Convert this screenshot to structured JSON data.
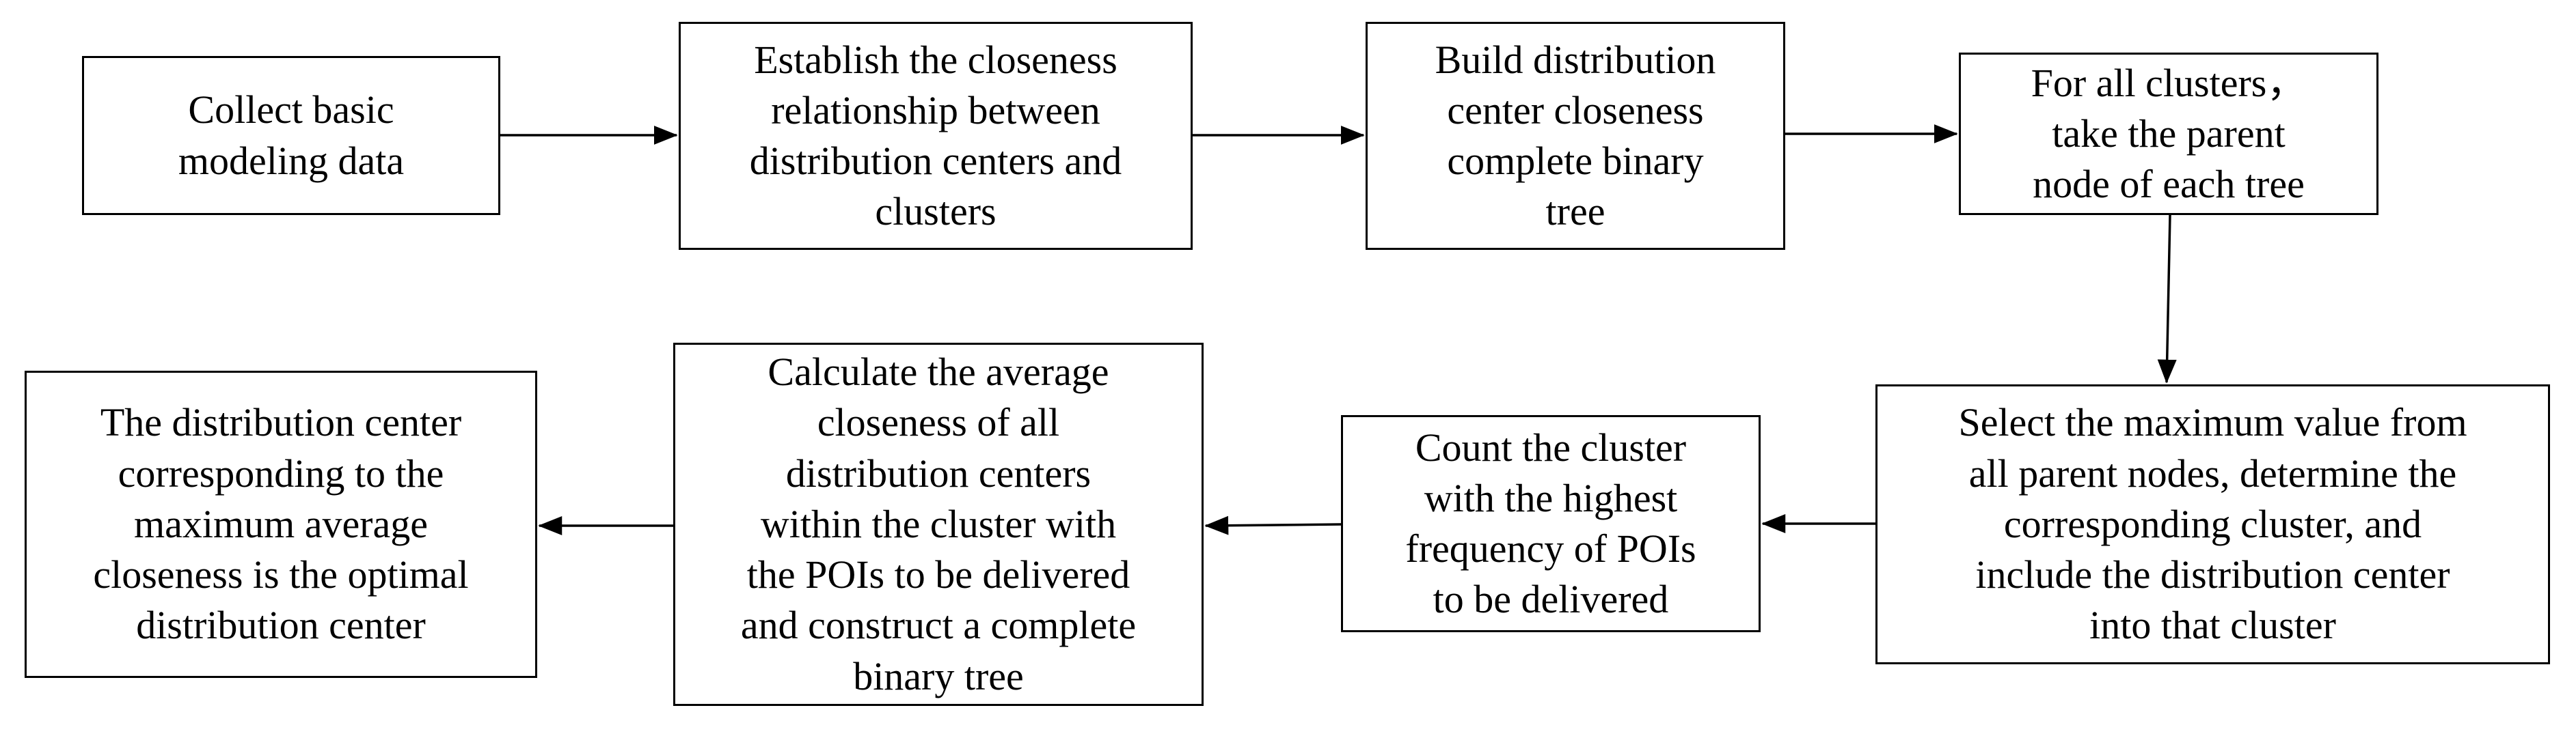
{
  "flowchart": {
    "steps": [
      {
        "id": "collect-data",
        "text": "Collect basic\nmodeling data"
      },
      {
        "id": "establish-closeness",
        "text": "Establish the closeness\nrelationship between\ndistribution centers and\nclusters"
      },
      {
        "id": "build-tree",
        "text": "Build distribution\ncenter closeness\ncomplete binary\ntree"
      },
      {
        "id": "take-parent",
        "text": "For all clusters，\ntake the parent\nnode of each tree"
      },
      {
        "id": "select-max",
        "text": "Select the maximum value from\nall parent nodes, determine the\ncorresponding cluster, and\ninclude the distribution center\ninto that cluster"
      },
      {
        "id": "count-cluster",
        "text": "Count the cluster\nwith the highest\nfrequency of POIs\nto be delivered"
      },
      {
        "id": "calculate-average",
        "text": "Calculate the average\ncloseness of all\ndistribution centers\nwithin the cluster with\nthe POIs to be delivered\nand construct a complete\nbinary tree"
      },
      {
        "id": "optimal-center",
        "text": "The distribution center\ncorresponding to the\nmaximum average\ncloseness is the optimal\ndistribution center"
      }
    ]
  }
}
